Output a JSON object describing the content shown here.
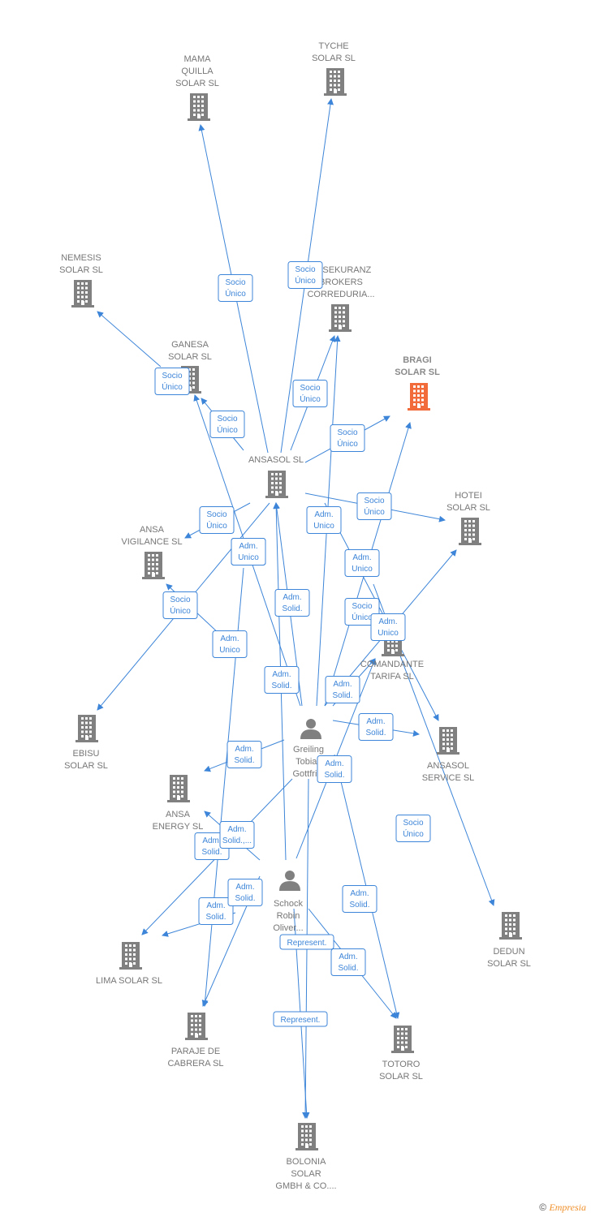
{
  "nodes": [
    {
      "id": "mama",
      "kind": "company",
      "label": [
        "MAMA",
        "QUILLA",
        "SOLAR  SL"
      ]
    },
    {
      "id": "tyche",
      "kind": "company",
      "label": [
        "TYCHE",
        "SOLAR  SL"
      ]
    },
    {
      "id": "nemesis",
      "kind": "company",
      "label": [
        "NEMESIS",
        "SOLAR  SL"
      ]
    },
    {
      "id": "assekuranz",
      "kind": "company",
      "label": [
        "ASSEKURANZ",
        "BROKERS",
        "CORREDURIA..."
      ]
    },
    {
      "id": "ganesa",
      "kind": "company",
      "label": [
        "GANESA",
        "SOLAR  SL"
      ]
    },
    {
      "id": "bragi",
      "kind": "company",
      "highlight": true,
      "label": [
        "BRAGI",
        "SOLAR  SL"
      ]
    },
    {
      "id": "ansasol",
      "kind": "company",
      "label": [
        "ANSASOL SL"
      ]
    },
    {
      "id": "hotei",
      "kind": "company",
      "label": [
        "HOTEI",
        "SOLAR  SL"
      ]
    },
    {
      "id": "vigilance",
      "kind": "company",
      "label": [
        "ANSA",
        "VIGILANCE  SL"
      ]
    },
    {
      "id": "comandante",
      "kind": "company",
      "label": [
        "COMANDANTE",
        "TARIFA  SL"
      ]
    },
    {
      "id": "ebisu",
      "kind": "company",
      "label": [
        "EBISU",
        "SOLAR  SL"
      ]
    },
    {
      "id": "greiling",
      "kind": "person",
      "label": [
        "Greiling",
        "Tobias",
        "Gottfri..."
      ]
    },
    {
      "id": "ansasol_service",
      "kind": "company",
      "label": [
        "ANSASOL",
        "SERVICE  SL"
      ]
    },
    {
      "id": "energy",
      "kind": "company",
      "label": [
        "ANSA",
        "ENERGY SL"
      ]
    },
    {
      "id": "schock",
      "kind": "person",
      "label": [
        "Schock",
        "Robin",
        "Oliver..."
      ]
    },
    {
      "id": "dedun",
      "kind": "company",
      "label": [
        "DEDUN",
        "SOLAR  SL"
      ]
    },
    {
      "id": "lima",
      "kind": "company",
      "label": [
        "LIMA SOLAR SL"
      ]
    },
    {
      "id": "paraje",
      "kind": "company",
      "label": [
        "PARAJE DE",
        "CABRERA SL"
      ]
    },
    {
      "id": "totoro",
      "kind": "company",
      "label": [
        "TOTORO",
        "SOLAR SL"
      ]
    },
    {
      "id": "bolonia",
      "kind": "company",
      "label": [
        "BOLONIA",
        "SOLAR",
        "GMBH & CO...."
      ]
    }
  ],
  "edges": [
    {
      "from": "ansasol",
      "to": "mama",
      "label": [
        "Socio",
        "Único"
      ]
    },
    {
      "from": "ansasol",
      "to": "tyche",
      "label": [
        "Socio",
        "Único"
      ]
    },
    {
      "from": "ansasol",
      "to": "nemesis",
      "label": [
        "Socio",
        "Único"
      ]
    },
    {
      "from": "ansasol",
      "to": "assekuranz",
      "label": [
        "Socio",
        "Único"
      ]
    },
    {
      "from": "ansasol",
      "to": "ganesa",
      "label": [
        "Socio",
        "Único"
      ]
    },
    {
      "from": "ansasol",
      "to": "bragi",
      "label": [
        "Socio",
        "Único"
      ]
    },
    {
      "from": "ansasol",
      "to": "hotei",
      "label": [
        "Socio",
        "Único"
      ]
    },
    {
      "from": "ansasol",
      "to": "vigilance",
      "label": [
        "Socio",
        "Único"
      ]
    },
    {
      "from": "ansasol",
      "to": "ebisu",
      "label": [
        "Socio",
        "Único"
      ]
    },
    {
      "from": "ansasol",
      "to": "ansasol_service",
      "label": [
        "Socio",
        "Único"
      ]
    },
    {
      "from": "ansasol",
      "to": "dedun",
      "label": [
        "Socio",
        "Único"
      ]
    },
    {
      "from": "ansasol",
      "to": "paraje",
      "label": [
        "Socio",
        "Único"
      ]
    },
    {
      "from": "greiling",
      "to": "ganesa",
      "label": [
        "Adm.",
        "Unico"
      ]
    },
    {
      "from": "greiling",
      "to": "assekuranz",
      "label": [
        "Adm.",
        "Unico"
      ]
    },
    {
      "from": "greiling",
      "to": "bragi",
      "label": [
        "Adm.",
        "Unico"
      ]
    },
    {
      "from": "greiling",
      "to": "hotei",
      "label": [
        "Adm.",
        "Unico"
      ]
    },
    {
      "from": "greiling",
      "to": "vigilance",
      "label": [
        "Adm.",
        "Unico"
      ]
    },
    {
      "from": "greiling",
      "to": "ansasol",
      "label": [
        "Adm.",
        "Solid."
      ]
    },
    {
      "from": "greiling",
      "to": "comandante",
      "label": [
        "Adm.",
        "Solid."
      ]
    },
    {
      "from": "greiling",
      "to": "ansasol_service",
      "label": [
        "Adm.",
        "Solid."
      ]
    },
    {
      "from": "greiling",
      "to": "energy",
      "label": [
        "Adm.",
        "Solid."
      ]
    },
    {
      "from": "greiling",
      "to": "lima",
      "label": [
        "Adm.",
        "Solid."
      ]
    },
    {
      "from": "greiling",
      "to": "totoro",
      "label": [
        "Adm.",
        "Solid."
      ]
    },
    {
      "from": "greiling",
      "to": "bolonia",
      "label": [
        "Represent."
      ]
    },
    {
      "from": "schock",
      "to": "ansasol",
      "label": [
        "Adm.",
        "Solid."
      ]
    },
    {
      "from": "schock",
      "to": "comandante",
      "label": [
        "Adm.",
        "Solid."
      ]
    },
    {
      "from": "schock",
      "to": "energy",
      "label": [
        "Adm.",
        "Solid.,..."
      ]
    },
    {
      "from": "schock",
      "to": "lima",
      "label": [
        "Adm.",
        "Solid."
      ]
    },
    {
      "from": "schock",
      "to": "paraje",
      "label": [
        "Adm.",
        "Solid."
      ]
    },
    {
      "from": "schock",
      "to": "totoro",
      "label": [
        "Adm.",
        "Solid."
      ]
    },
    {
      "from": "schock",
      "to": "bolonia",
      "label": [
        "Represent."
      ]
    }
  ],
  "colors": {
    "edge": "#3d85d8",
    "company_icon": "#808080",
    "highlight_icon": "#f26b3a",
    "label": "#777777"
  },
  "footer": {
    "copyright": "©",
    "brand": "Empresia"
  }
}
